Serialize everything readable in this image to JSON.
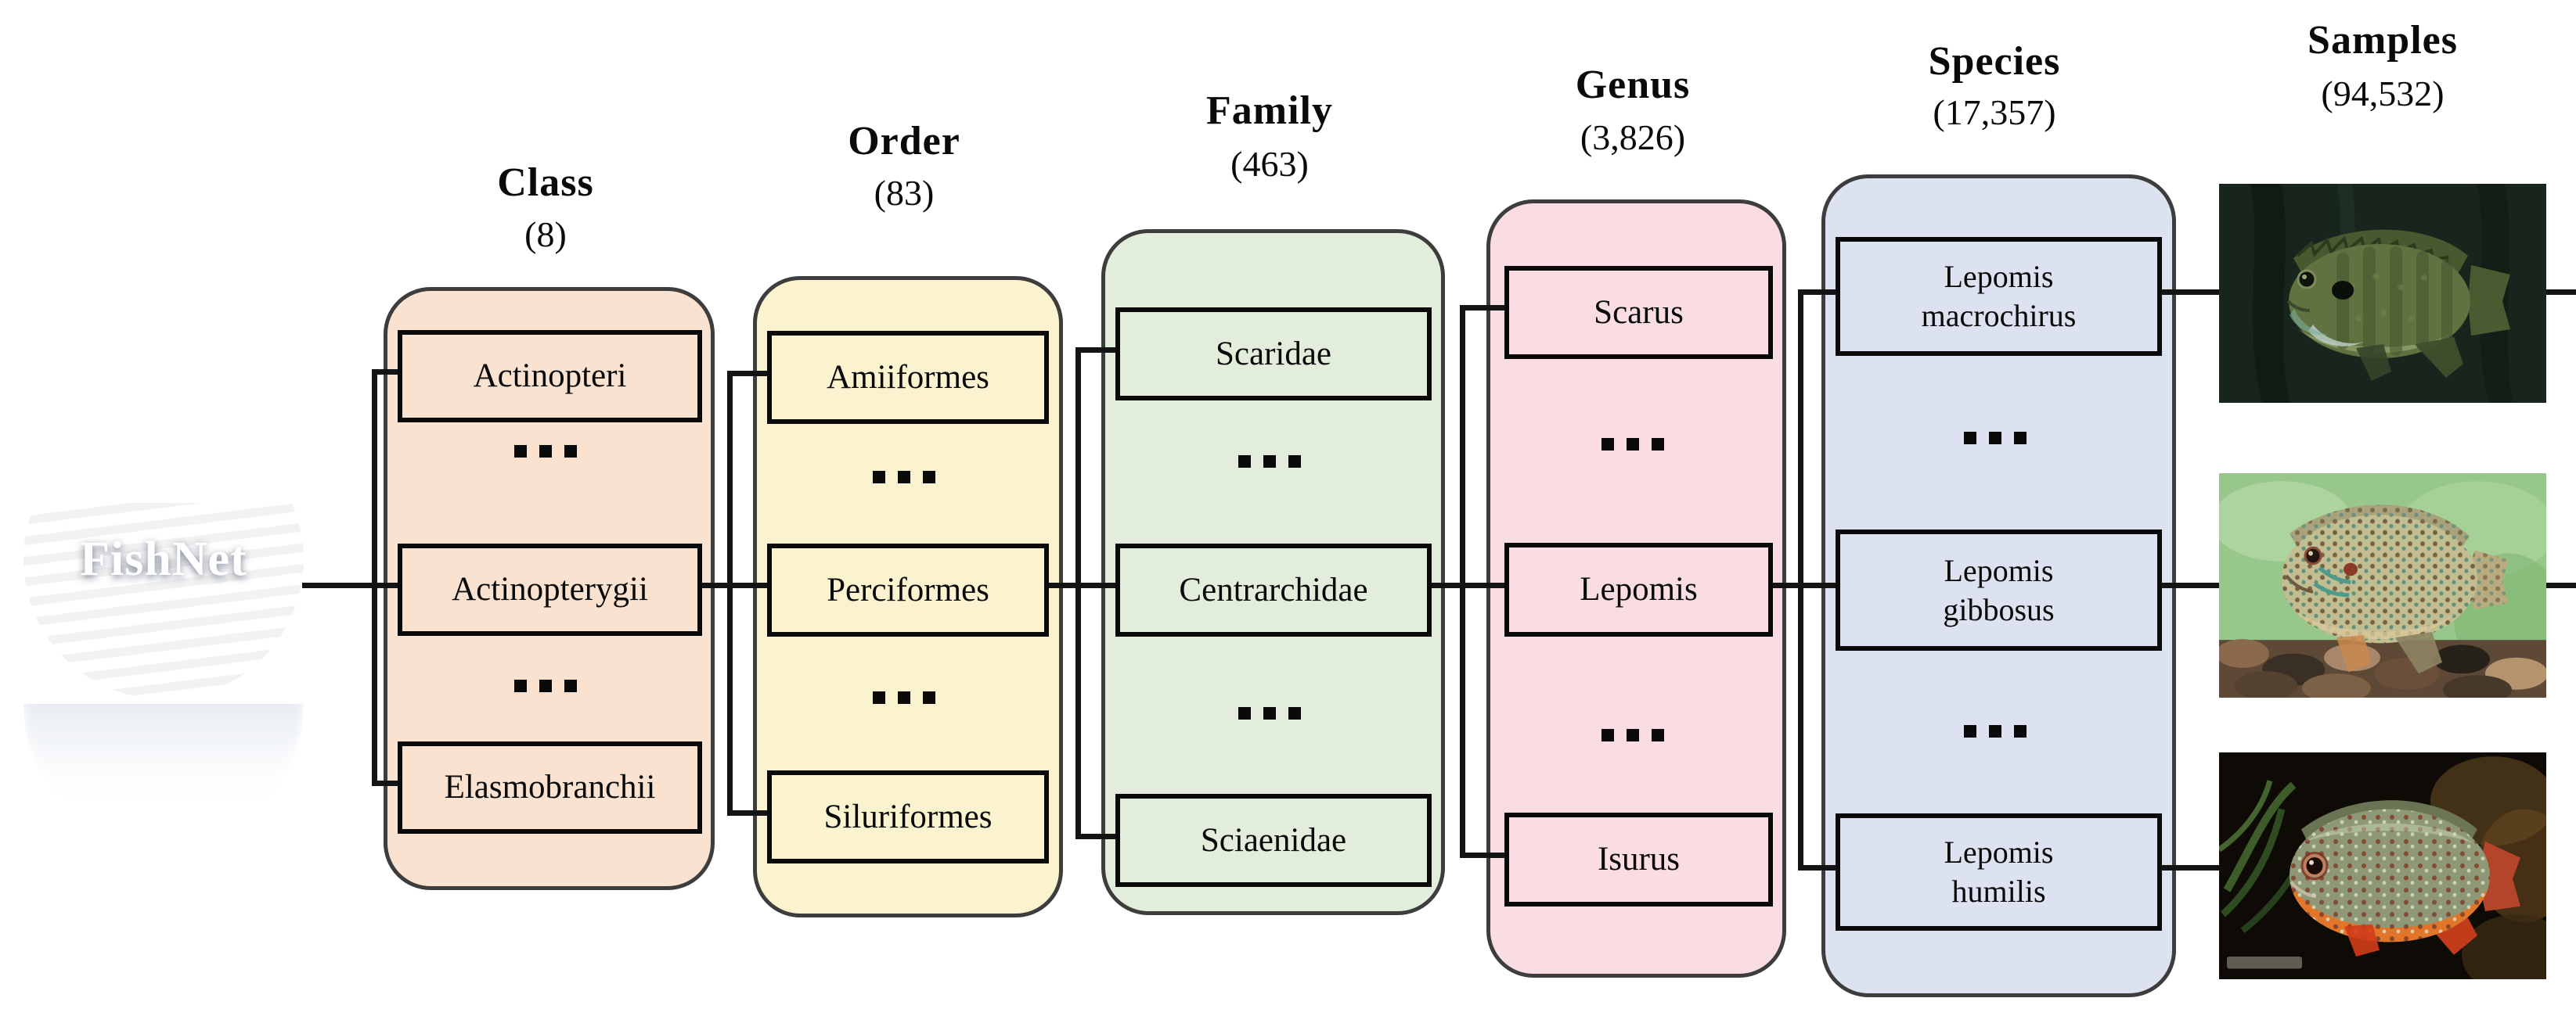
{
  "root": {
    "label": "FishNet"
  },
  "colors": {
    "class": "#f9e2cf",
    "order": "#fbf3cf",
    "family": "#e2eedb",
    "genus": "#fadde3",
    "species": "#dde2f0"
  },
  "columns": [
    {
      "key": "class",
      "title": "Class",
      "count": "(8)",
      "items": [
        {
          "type": "box",
          "label": "Actinopteri"
        },
        {
          "type": "dots",
          "label": "..."
        },
        {
          "type": "box",
          "label": "Actinopterygii"
        },
        {
          "type": "dots",
          "label": "..."
        },
        {
          "type": "box",
          "label": "Elasmobranchii"
        }
      ]
    },
    {
      "key": "order",
      "title": "Order",
      "count": "(83)",
      "items": [
        {
          "type": "box",
          "label": "Amiiformes"
        },
        {
          "type": "dots",
          "label": "..."
        },
        {
          "type": "box",
          "label": "Perciformes"
        },
        {
          "type": "dots",
          "label": "..."
        },
        {
          "type": "box",
          "label": "Siluriformes"
        }
      ]
    },
    {
      "key": "family",
      "title": "Family",
      "count": "(463)",
      "items": [
        {
          "type": "box",
          "label": "Scaridae"
        },
        {
          "type": "dots",
          "label": "..."
        },
        {
          "type": "box",
          "label": "Centrarchidae"
        },
        {
          "type": "dots",
          "label": "..."
        },
        {
          "type": "box",
          "label": "Sciaenidae"
        }
      ]
    },
    {
      "key": "genus",
      "title": "Genus",
      "count": "(3,826)",
      "items": [
        {
          "type": "box",
          "label": "Scarus"
        },
        {
          "type": "dots",
          "label": "..."
        },
        {
          "type": "box",
          "label": "Lepomis"
        },
        {
          "type": "dots",
          "label": "..."
        },
        {
          "type": "box",
          "label": "Isurus"
        }
      ]
    },
    {
      "key": "species",
      "title": "Species",
      "count": "(17,357)",
      "items": [
        {
          "type": "box",
          "label": "Lepomis macrochirus"
        },
        {
          "type": "dots",
          "label": "..."
        },
        {
          "type": "box",
          "label": "Lepomis gibbosus"
        },
        {
          "type": "dots",
          "label": "..."
        },
        {
          "type": "box",
          "label": "Lepomis humilis"
        }
      ]
    }
  ],
  "samples": {
    "title": "Samples",
    "count": "(94,532)",
    "images": [
      "bluegill-fish-photo",
      "pumpkinseed-fish-photo",
      "orangespotted-sunfish-photo"
    ]
  }
}
